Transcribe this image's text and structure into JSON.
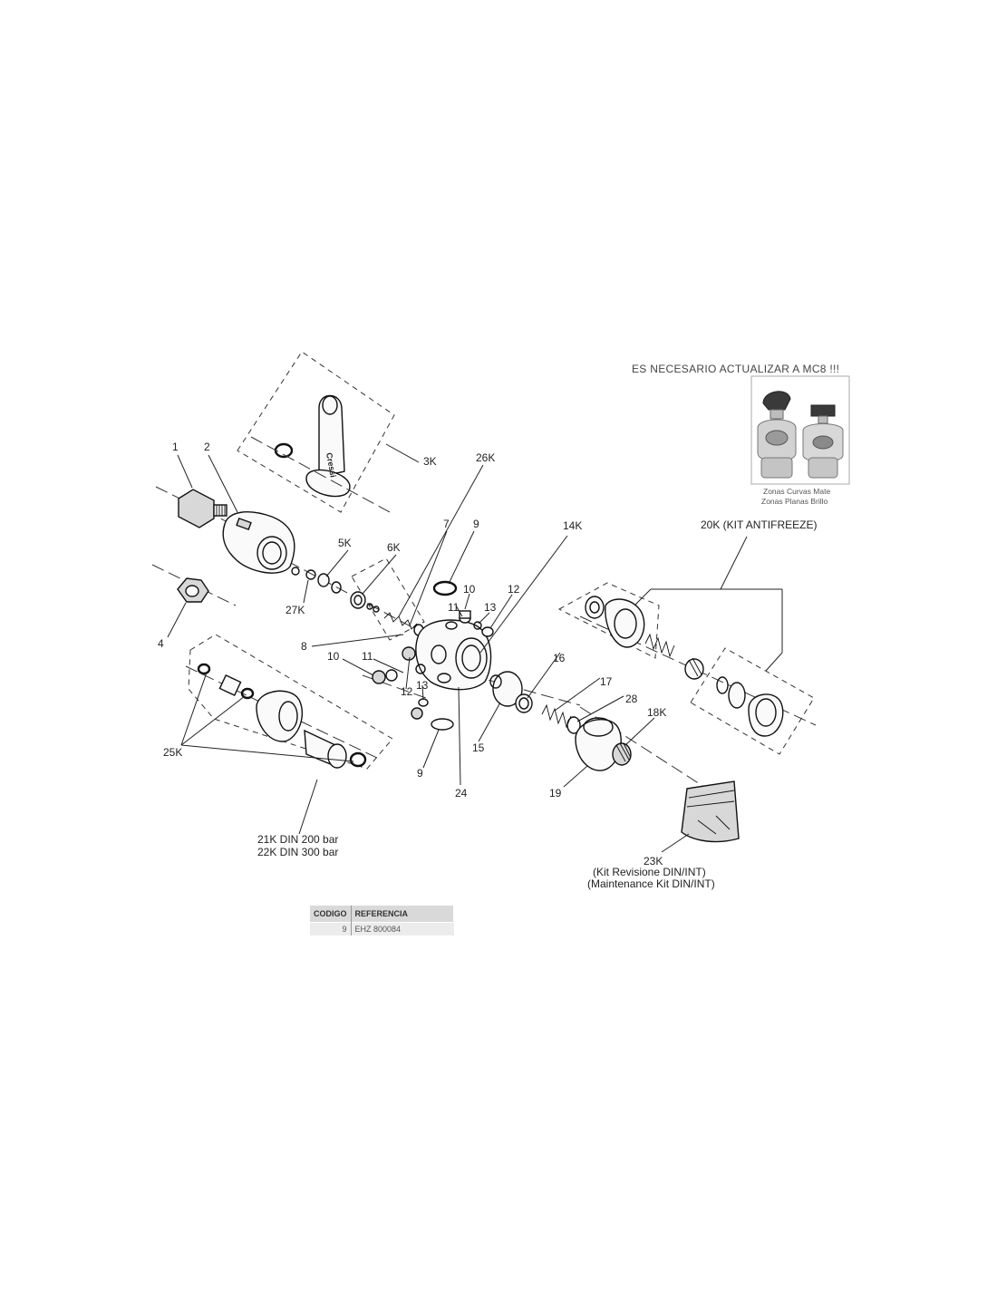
{
  "labels": {
    "p1": "1",
    "p2": "2",
    "p3k": "3K",
    "p26k": "26K",
    "p7": "7",
    "p9a": "9",
    "p14k": "14K",
    "p5k": "5K",
    "p6k": "6K",
    "p27k": "27K",
    "p4": "4",
    "p10a": "10",
    "p11a": "11",
    "p12a": "12",
    "p13a": "13",
    "p8": "8",
    "p10b": "10",
    "p11b": "11",
    "p12b": "12",
    "p13b": "13",
    "p16": "16",
    "p17": "17",
    "p28": "28",
    "p18k": "18K",
    "p15": "15",
    "p9b": "9",
    "p24": "24",
    "p19": "19",
    "p25k": "25K",
    "p20k": "20K (KIT ANTIFREEZE)",
    "p21k": "21K  DIN 200 bar",
    "p22k": "22K  DIN 300 bar",
    "p23k": "23K",
    "p23k_it": "(Kit Revisione DIN/INT)",
    "p23k_en": "(Maintenance Kit DIN/INT)"
  },
  "notice": {
    "text": "ES NECESARIO ACTUALIZAR A MC8 !!!",
    "caption1": "Zonas Curvas Mate",
    "caption2": "Zonas Planas Brillo"
  },
  "table": {
    "headers": [
      "CODIGO",
      "REFERENCIA"
    ],
    "rows": [
      [
        "9",
        "EHZ 800084"
      ]
    ]
  }
}
